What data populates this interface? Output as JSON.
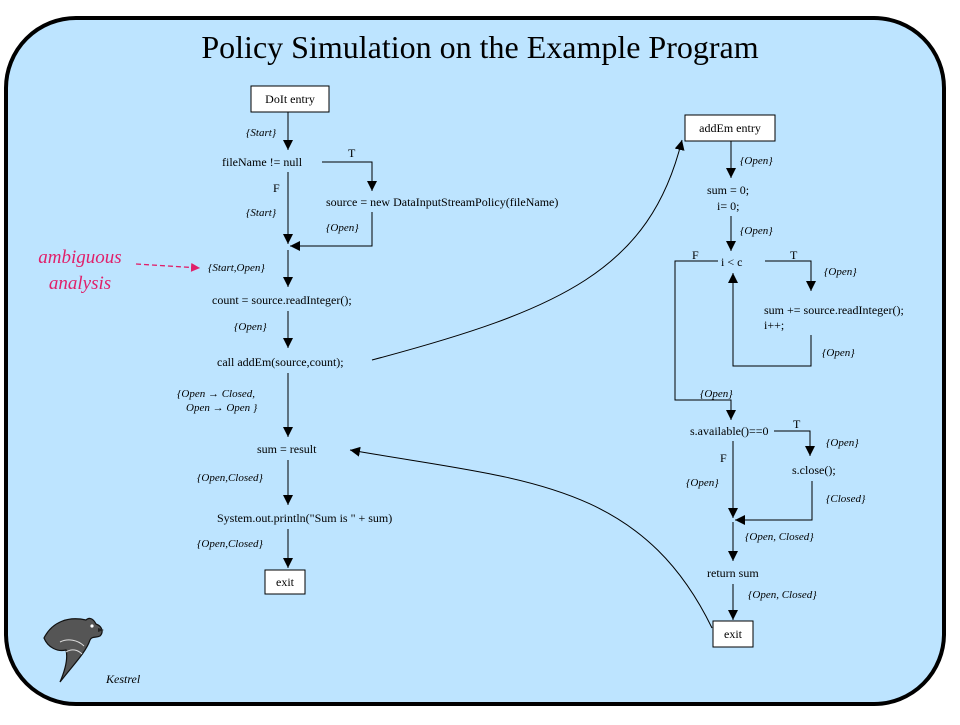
{
  "slide": {
    "title": "Policy Simulation on the Example Program",
    "background_color": "#bde4ff",
    "accent_color": "#e0206a",
    "annotation": {
      "line1": "ambiguous",
      "line2": "analysis"
    },
    "logo": {
      "icon": "kestrel-bird-icon",
      "caption": "Kestrel"
    }
  },
  "main_flow": {
    "entry": "DoIt entry",
    "label_start_1": "{Start}",
    "condition": "fileName != null",
    "true_label": "T",
    "false_label": "F",
    "label_start_2": "{Start}",
    "assign_source": "source = new DataInputStreamPolicy(fileName)",
    "label_open_branch": "{Open}",
    "label_start_open": "{Start,Open}",
    "read_count": "count = source.readInteger();",
    "label_open": "{Open}",
    "call": "call addEm(source,count);",
    "label_transition_1": "{Open → Closed,",
    "label_transition_2": "Open → Open }",
    "assign_sum": "sum = result",
    "label_open_closed_1": "{Open,Closed}",
    "println": "System.out.println(\"Sum is \" + sum)",
    "label_open_closed_2": "{Open,Closed}",
    "exit": "exit"
  },
  "addem_flow": {
    "entry": "addEm entry",
    "label_open_1": "{Open}",
    "init_1": "sum = 0;",
    "init_2": "i= 0;",
    "label_open_2": "{Open}",
    "loop_false": "F",
    "loop_cond": "i < c",
    "loop_true": "T",
    "label_open_3": "{Open}",
    "body_1": "sum += source.readInteger();",
    "body_2": "i++;",
    "label_open_4": "{Open}",
    "label_open_5": "{Open}",
    "check": "s.available()==0",
    "check_true": "T",
    "check_false": "F",
    "label_open_6": "{Open}",
    "close": "s.close();",
    "label_open_7": "{Open}",
    "label_closed": "{Closed}",
    "label_open_closed_1": "{Open, Closed}",
    "return": "return sum",
    "label_open_closed_2": "{Open, Closed}",
    "exit": "exit"
  }
}
